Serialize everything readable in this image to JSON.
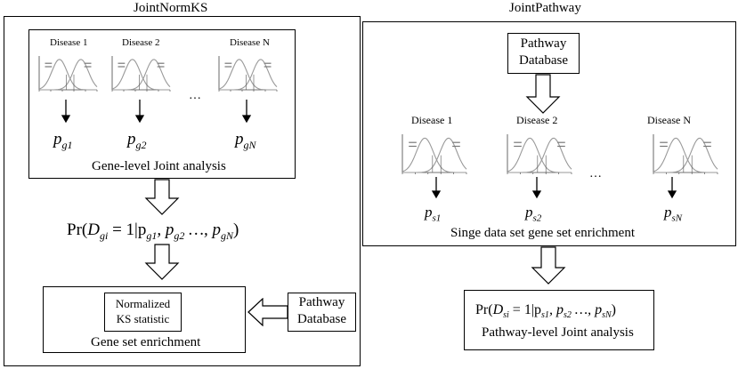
{
  "left_panel": {
    "title": "JointNormKS",
    "diseases": [
      "Disease 1",
      "Disease 2",
      "Disease N"
    ],
    "ellipsis": "…",
    "pvals": [
      {
        "base": "p",
        "sub": "g1"
      },
      {
        "base": "p",
        "sub": "g2"
      },
      {
        "base": "p",
        "sub": "gN"
      }
    ],
    "joint_label": "Gene-level Joint analysis",
    "formula_prefix": "Pr(",
    "formula_body": "D",
    "formula_sub": "gi",
    "formula_rest": " = 1|p",
    "formula_rest_sub1": "g1",
    "formula_rest2": ", p",
    "formula_rest_sub2": "g2",
    "formula_rest3": " …, p",
    "formula_rest_sub3": "gN",
    "formula_close": ")",
    "ks_line1": "Normalized",
    "ks_line2": "KS statistic",
    "enrichment_label": "Gene set enrichment",
    "pathway_line1": "Pathway",
    "pathway_line2": "Database"
  },
  "right_panel": {
    "title": "JointPathway",
    "pathway_line1": "Pathway",
    "pathway_line2": "Database",
    "diseases": [
      "Disease 1",
      "Disease 2",
      "Disease N"
    ],
    "ellipsis": "…",
    "pvals": [
      {
        "base": "p",
        "sub": "s1"
      },
      {
        "base": "p",
        "sub": "s2"
      },
      {
        "base": "p",
        "sub": "sN"
      }
    ],
    "single_label": "Singe data set gene set enrichment",
    "formula_prefix": "Pr(",
    "formula_body": "D",
    "formula_sub": "si",
    "formula_rest": " = 1|p",
    "formula_rest_sub1": "s1",
    "formula_rest2": ", p",
    "formula_rest_sub2": "s2",
    "formula_rest3": " …, p",
    "formula_rest_sub3": "sN",
    "formula_close": ")",
    "joint_label": "Pathway-level Joint analysis"
  }
}
